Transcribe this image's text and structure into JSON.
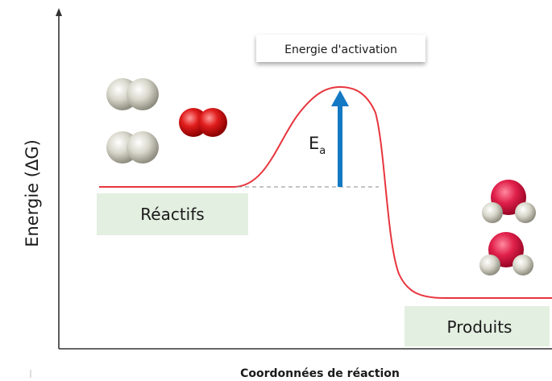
{
  "diagram": {
    "title_box": "Energie d'activation",
    "y_axis_label": "Energie (ΔG)",
    "x_axis_label": "Coordonnées de réaction",
    "ea_label": "E",
    "ea_subscript": "a",
    "reactants_label": "Réactifs",
    "products_label": "Produits"
  },
  "colors": {
    "curve": "#e8353e",
    "arrow": "#1479c4",
    "label_box": "#e3efe0",
    "dashed": "#888888",
    "axis": "#333333"
  },
  "molecules": {
    "reactants": [
      "hydrogen-molecule",
      "hydrogen-molecule",
      "oxygen-molecule"
    ],
    "products": [
      "water-molecule",
      "water-molecule"
    ]
  }
}
